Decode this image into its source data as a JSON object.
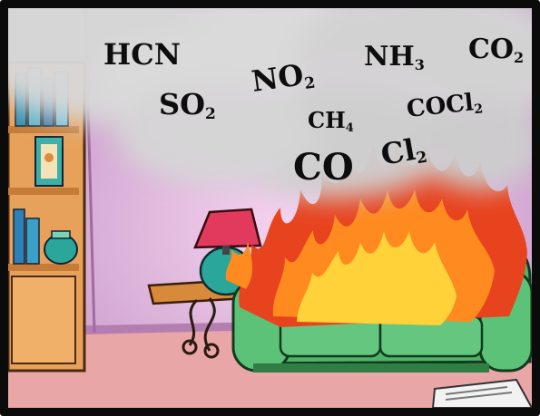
{
  "gases": [
    {
      "base": "HCN",
      "sub": ""
    },
    {
      "base": "SO",
      "sub": "2"
    },
    {
      "base": "NO",
      "sub": "2"
    },
    {
      "base": "NH",
      "sub": "3"
    },
    {
      "base": "CO",
      "sub": "2"
    },
    {
      "base": "CH",
      "sub": "4"
    },
    {
      "base": "COCl",
      "sub": "2"
    },
    {
      "base": "CO",
      "sub": ""
    },
    {
      "base": "Cl",
      "sub": "2"
    }
  ],
  "colors": {
    "wall": "#c89ac9",
    "smoke": "#d8d8d8",
    "sofa": "#4fb36a",
    "flame_outer": "#e8431f",
    "flame_inner": "#ffd23a",
    "lamp_shade": "#e23a5c",
    "lamp_base": "#2aa79a",
    "floor": "#e9a6a6",
    "shelf": "#e7a15a"
  }
}
